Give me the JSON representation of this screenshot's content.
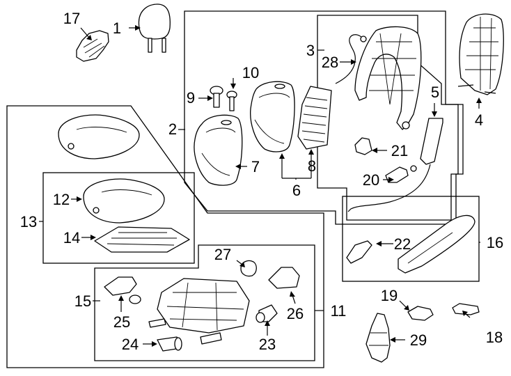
{
  "callouts": [
    "1",
    "2",
    "3",
    "4",
    "5",
    "6",
    "7",
    "8",
    "9",
    "10",
    "11",
    "12",
    "13",
    "14",
    "15",
    "16",
    "17",
    "18",
    "19",
    "20",
    "21",
    "22",
    "23",
    "24",
    "25",
    "26",
    "27",
    "28",
    "29"
  ]
}
